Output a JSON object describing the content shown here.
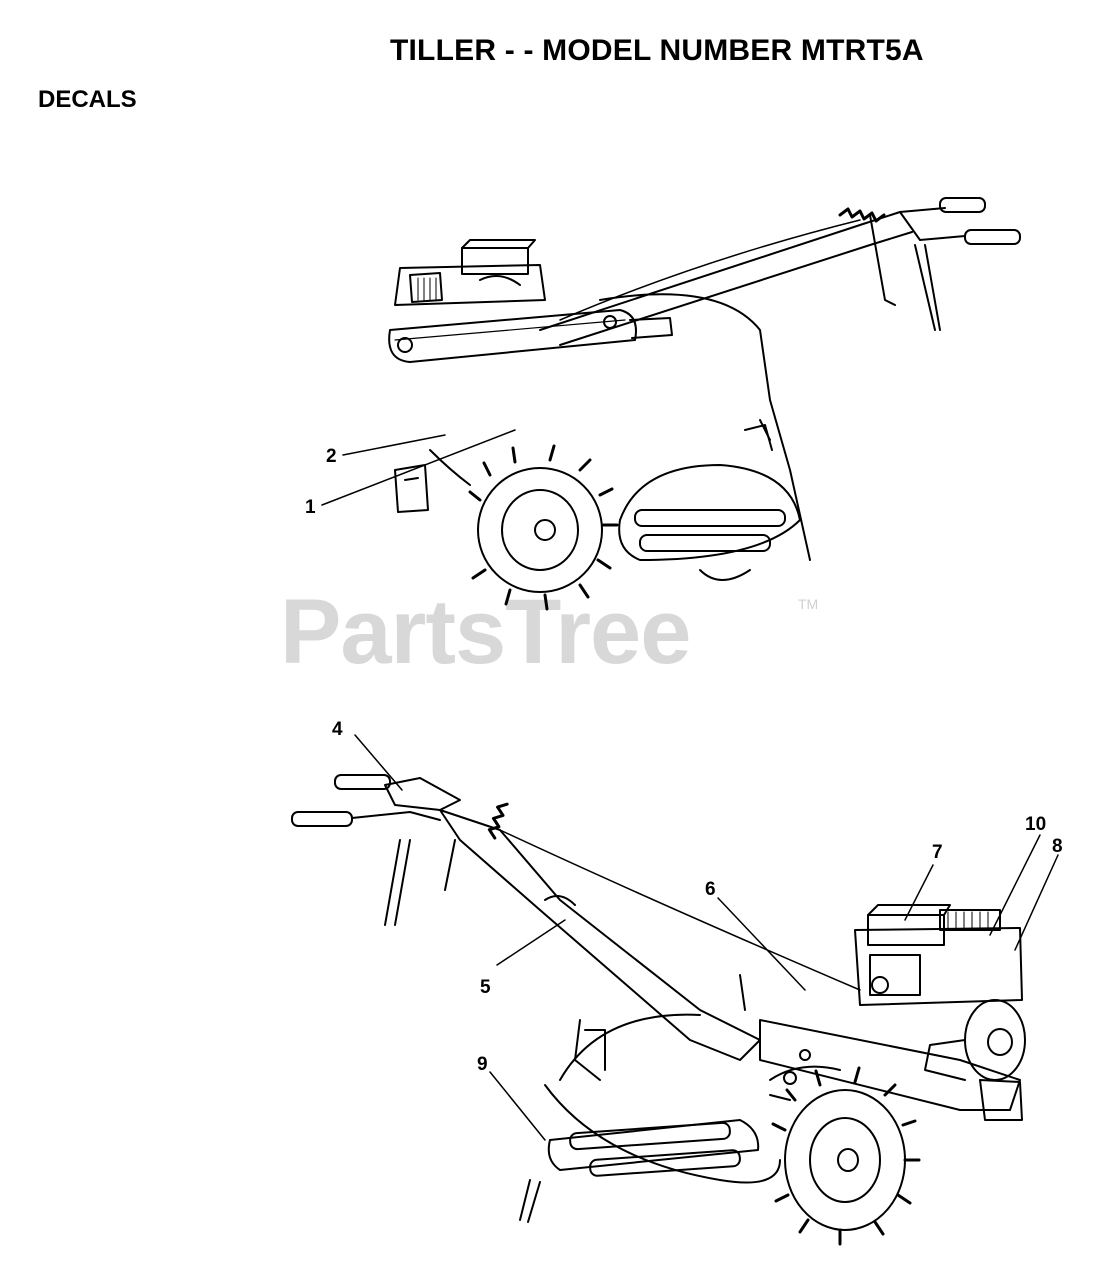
{
  "header": {
    "title": "TILLER - - MODEL NUMBER MTRT5A",
    "section": "DECALS"
  },
  "watermark": {
    "text": "PartsTree",
    "trademark": "TM"
  },
  "callouts": {
    "c1": "1",
    "c2": "2",
    "c4": "4",
    "c5": "5",
    "c6": "6",
    "c7": "7",
    "c8": "8",
    "c9": "9",
    "c10": "10"
  },
  "colors": {
    "ink": "#000000",
    "watermark": "#d8d8d8"
  }
}
